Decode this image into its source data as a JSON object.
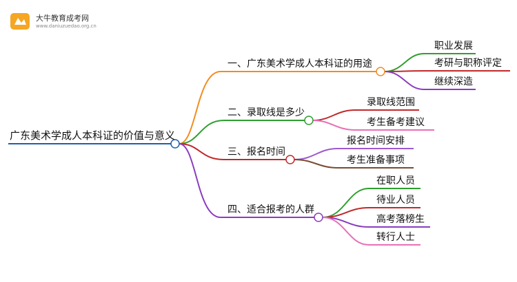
{
  "logo": {
    "title": "大牛教育成考网",
    "url": "www.daniuzuedao.org.cn"
  },
  "root": {
    "label": "广东美术学成人本科证的价值与意义"
  },
  "colors": {
    "root_line": "#1e5fa8",
    "b1": "#f28c1e",
    "b2": "#2e9e2e",
    "b3": "#c0282a",
    "b4": "#8a3cc0",
    "node_fill": "#ffffff"
  },
  "branches": [
    {
      "label": "一、广东美术学成人本科证的用途",
      "color": "#f28c1e",
      "children": [
        {
          "label": "职业发展",
          "color": "#2e9e2e"
        },
        {
          "label": "考研与职称评定",
          "color": "#c0282a"
        },
        {
          "label": "继续深造",
          "color": "#8a3cc0"
        }
      ]
    },
    {
      "label": "二、录取线是多少",
      "color": "#2e9e2e",
      "children": [
        {
          "label": "录取线范围",
          "color": "#c0282a"
        },
        {
          "label": "考生备考建议",
          "color": "#e86fb5"
        }
      ]
    },
    {
      "label": "三、报名时间",
      "color": "#c0282a",
      "children": [
        {
          "label": "报名时间安排",
          "color": "#9b59d0"
        },
        {
          "label": "考生准备事项",
          "color": "#7a4a2e"
        }
      ]
    },
    {
      "label": "四、适合报考的人群",
      "color": "#8a3cc0",
      "children": [
        {
          "label": "在职人员",
          "color": "#2e9e2e"
        },
        {
          "label": "待业人员",
          "color": "#c0282a"
        },
        {
          "label": "高考落榜生",
          "color": "#8a3cc0"
        },
        {
          "label": "转行人士",
          "color": "#e86fb5"
        }
      ]
    }
  ]
}
